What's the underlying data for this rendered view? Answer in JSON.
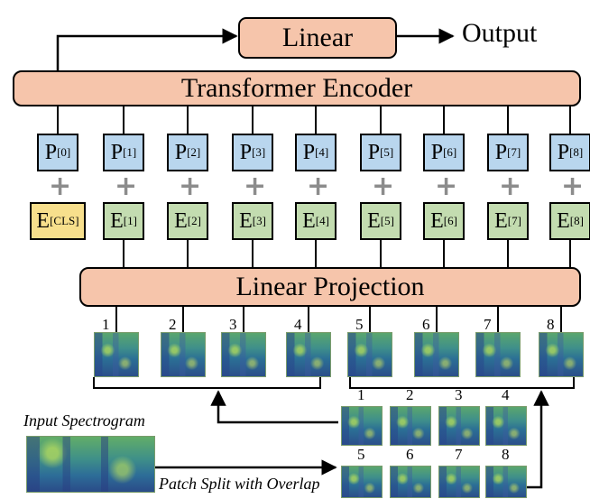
{
  "top": {
    "linear_label": "Linear",
    "output_label": "Output"
  },
  "encoder": {
    "label": "Transformer Encoder"
  },
  "projection": {
    "label": "Linear Projection"
  },
  "positions": [
    {
      "base": "P",
      "sub": "[0]"
    },
    {
      "base": "P",
      "sub": "[1]"
    },
    {
      "base": "P",
      "sub": "[2]"
    },
    {
      "base": "P",
      "sub": "[3]"
    },
    {
      "base": "P",
      "sub": "[4]"
    },
    {
      "base": "P",
      "sub": "[5]"
    },
    {
      "base": "P",
      "sub": "[6]"
    },
    {
      "base": "P",
      "sub": "[7]"
    },
    {
      "base": "P",
      "sub": "[8]"
    }
  ],
  "embeddings": [
    {
      "base": "E",
      "sub": "[CLS]"
    },
    {
      "base": "E",
      "sub": "[1]"
    },
    {
      "base": "E",
      "sub": "[2]"
    },
    {
      "base": "E",
      "sub": "[3]"
    },
    {
      "base": "E",
      "sub": "[4]"
    },
    {
      "base": "E",
      "sub": "[5]"
    },
    {
      "base": "E",
      "sub": "[6]"
    },
    {
      "base": "E",
      "sub": "[7]"
    },
    {
      "base": "E",
      "sub": "[8]"
    }
  ],
  "plus_symbol": "+",
  "patch_numbers": [
    "1",
    "2",
    "3",
    "4",
    "5",
    "6",
    "7",
    "8"
  ],
  "input_label": "Input Spectrogram",
  "split_label": "Patch Split with Overlap",
  "colors": {
    "block": "#f6c5ab",
    "position": "#b9d6ee",
    "embedding": "#c3dcb0",
    "cls": "#f7df8c",
    "plus": "#8c8c8c"
  }
}
